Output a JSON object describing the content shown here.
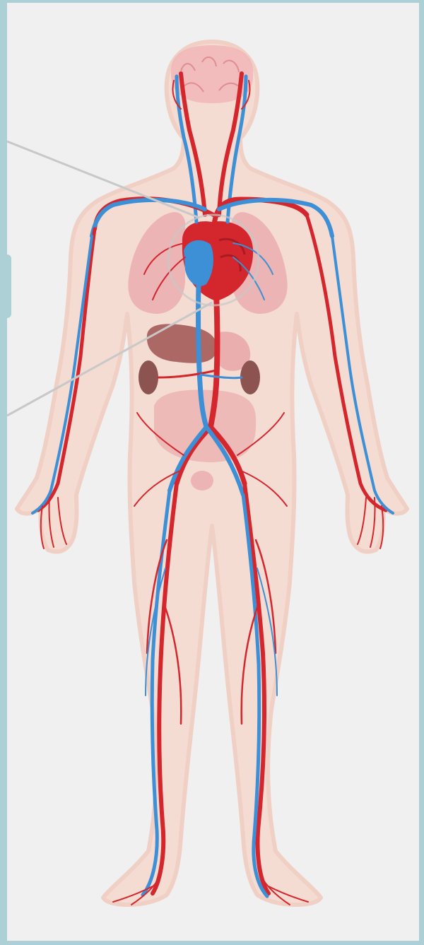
{
  "colors": {
    "background": "#adcfd6",
    "canvas": "#f0f0f0",
    "skin": "#f5dcd2",
    "skin_outline": "#f0d0c4",
    "artery": "#d3262d",
    "vein": "#3d8fd6",
    "organ_pink": "#e8a3a6",
    "brain": "#f1b6b8",
    "liver": "#9e5452",
    "kidney": "#8c5350",
    "pointer_line": "#c8c8c8"
  },
  "figure": {
    "name": "circulatory-system-anatomy",
    "organs": [
      "brain-icon",
      "heart-icon",
      "lungs-icon",
      "liver-icon",
      "kidney-icon",
      "stomach-icon",
      "intestine-icon",
      "bladder-icon"
    ],
    "vessel_types": [
      "artery",
      "vein"
    ]
  }
}
